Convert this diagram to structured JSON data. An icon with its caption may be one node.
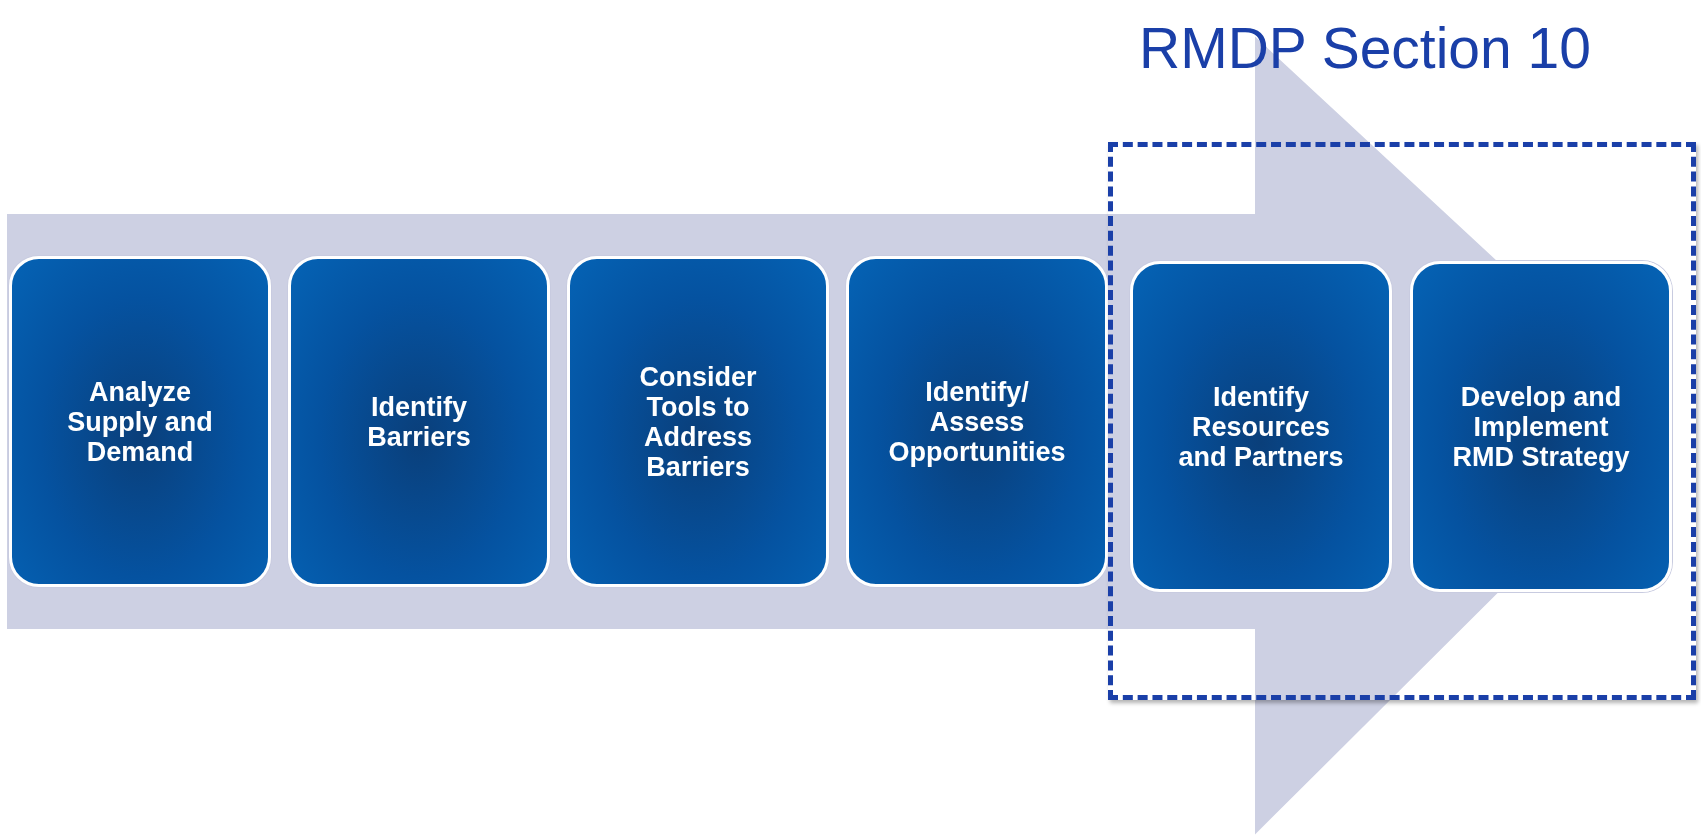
{
  "diagram": {
    "nodes": [
      {
        "text": [
          "Analyze Supply and Demand"
        ]
      },
      {
        "text": [
          "Identify Barriers"
        ]
      },
      {
        "text": [
          "Consider Tools to Address Barriers"
        ]
      },
      {
        "text": [
          "Identify/ Assess Opportunities"
        ]
      },
      {
        "text": [
          "RMDP Section 10"
        ]
      },
      {
        "text": [
          "Identify Resources and Partners"
        ],
        "in": 4
      },
      {
        "text": [
          "Develop and Implement RMD Strategy"
        ],
        "in": 4
      }
    ],
    "edges": [
      {
        "from": 0,
        "to": 6,
        "arrow": "to"
      }
    ]
  }
}
